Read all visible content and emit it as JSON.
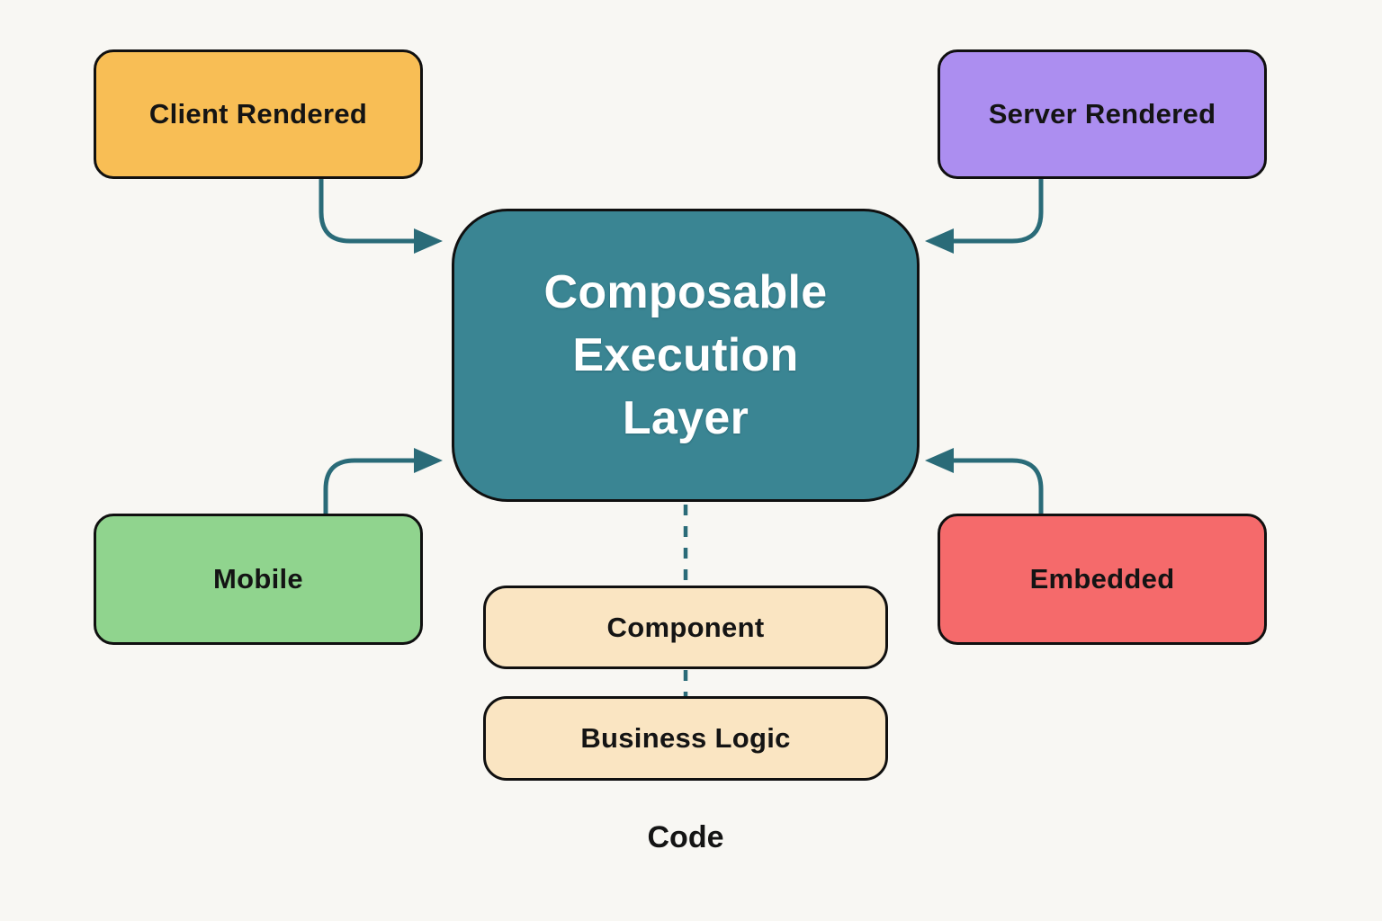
{
  "title": "Composable Execution Layer diagram",
  "palette": {
    "background": "#F8F7F3",
    "center_fill": "#3A8593",
    "client_rendered_fill": "#F8BE55",
    "server_rendered_fill": "#AC8EF0",
    "mobile_fill": "#90D48E",
    "embedded_fill": "#F56A6B",
    "code_box_fill": "#FAE5C2",
    "connector": "#2A6B78",
    "border": "#101010",
    "center_text": "#FFFFFF",
    "node_text": "#141414"
  },
  "diagram": {
    "center": {
      "label": "Composable Execution Layer",
      "label_lines": [
        "Composable",
        "Execution",
        "Layer"
      ]
    },
    "nodes": [
      {
        "id": "client-rendered",
        "label": "Client Rendered"
      },
      {
        "id": "server-rendered",
        "label": "Server Rendered"
      },
      {
        "id": "mobile",
        "label": "Mobile"
      },
      {
        "id": "embedded",
        "label": "Embedded"
      }
    ],
    "code_stack": {
      "items": [
        {
          "id": "component",
          "label": "Component"
        },
        {
          "id": "business-logic",
          "label": "Business Logic"
        }
      ],
      "caption": "Code"
    }
  }
}
